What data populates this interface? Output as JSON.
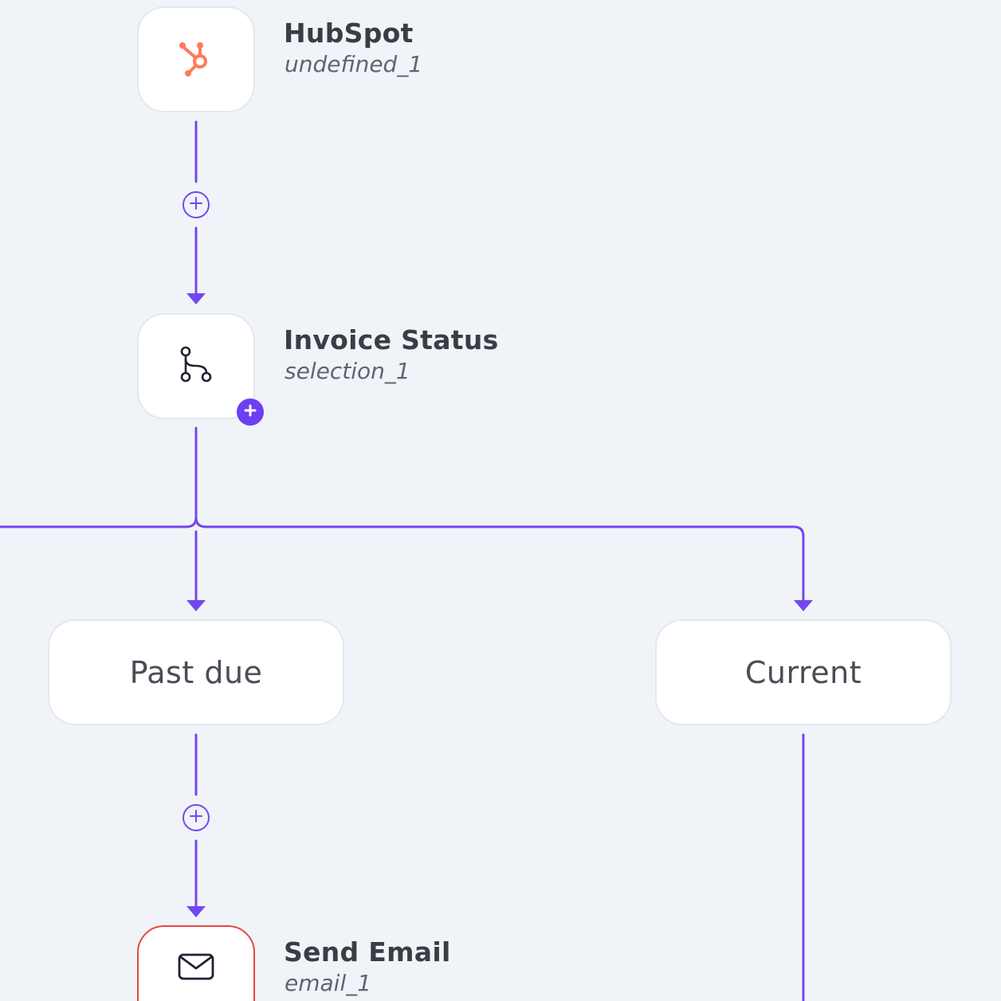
{
  "colors": {
    "connector": "#7446f0",
    "background": "#f0f4f8",
    "hubspot_orange": "#ff7a59",
    "error_border": "#e5483e"
  },
  "nodes": {
    "hubspot": {
      "title": "HubSpot",
      "subtitle": "undefined_1",
      "icon": "hubspot-icon"
    },
    "invoice_status": {
      "title": "Invoice Status",
      "subtitle": "selection_1",
      "icon": "branch-icon"
    },
    "send_email": {
      "title": "Send Email",
      "subtitle": "email_1",
      "icon": "mail-icon"
    }
  },
  "branches": {
    "past_due": {
      "label": "Past due"
    },
    "current": {
      "label": "Current"
    }
  }
}
